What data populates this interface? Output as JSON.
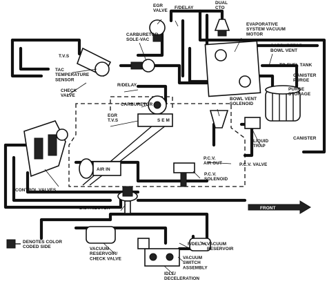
{
  "labels": {
    "egr_valve": "EGR\nVALVE",
    "f_delay_top": "F/DELAY",
    "dual_cto": "DUAL\nCTO",
    "carb_solevac": "CARBURETOR\nSOLE-VAC",
    "evap_motor": "EVAPORATIVE\nSYSTEM VACUUM\nMOTOR",
    "carb_bowl_vent": "CARBURETOR\nBOWL VENT",
    "tvs": "T.V.S",
    "to_fuel_tank": "TO FUEL TANK",
    "tac_sensor": "TAC\nTEMPERATURE\nSENSOR",
    "canister_purge": "CANISTER\nPURGE",
    "purge_storage": "PURGE\nSTORAGE",
    "r_delay": "R/DELAY",
    "check_valve": "CHECK\nVALVE",
    "carburetor": "CARBURETOR",
    "bowl_vent_solenoid": "BOWL VENT\nSOLENOID",
    "egr_tvs": "EGR\nT.V.S",
    "sem": "S E M",
    "canister": "CANISTER",
    "liquid_trap": "LIQUID\nTRAP",
    "air_in": "AIR IN",
    "pcv_air_out": "P.C.V.\nAIR OUT",
    "pcv_valve": "P.C.V. VALVE",
    "pcv_solenoid": "P.C.V.\nSOLENOID",
    "control_valves": "CONTROL VALVES",
    "distributor": "DISTRIBUTOR",
    "front": "FRONT",
    "denotes_color": "DENOTES COLOR\nCODED SIDE",
    "vac_res_check": "VACUUM\nRESERVOIR/\nCHECK VALVE",
    "f_delay_bottom": "F/DELAY",
    "vac_reservoir": "VACUUM\nRESERVOIR",
    "vac_switch": "VACUUM\nSWITCH\nASSEMBLY",
    "idle_decel": "IDLE/\nDECELERATION"
  }
}
